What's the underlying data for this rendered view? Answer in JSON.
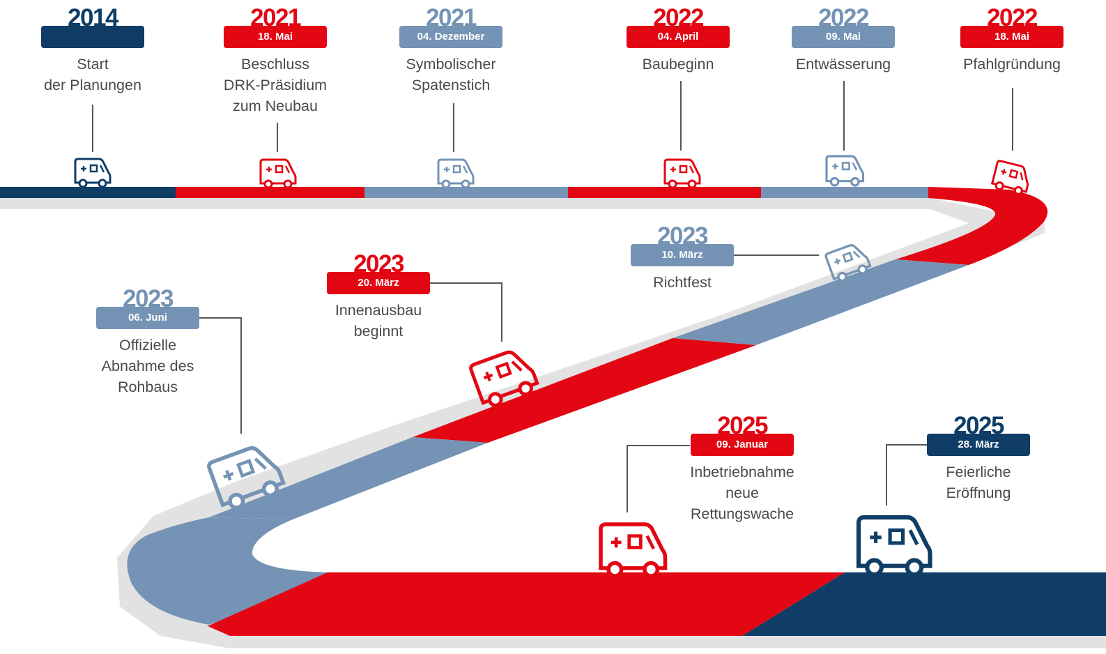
{
  "colors": {
    "red": "#e30613",
    "navy": "#0f3d66",
    "gray": "#7594b5",
    "text": "#4a4a4a"
  },
  "milestones": [
    {
      "year": "2014",
      "date": "",
      "description": [
        "Start",
        "der Planungen"
      ],
      "color": "navy"
    },
    {
      "year": "2021",
      "date": "18. Mai",
      "description": [
        "Beschluss",
        "DRK-Präsidium",
        "zum Neubau"
      ],
      "color": "red"
    },
    {
      "year": "2021",
      "date": "04. Dezember",
      "description": [
        "Symbolischer",
        "Spatenstich"
      ],
      "color": "gray"
    },
    {
      "year": "2022",
      "date": "04. April",
      "description": [
        "Baubeginn"
      ],
      "color": "red"
    },
    {
      "year": "2022",
      "date": "09. Mai",
      "description": [
        "Entwässerung"
      ],
      "color": "gray"
    },
    {
      "year": "2022",
      "date": "18. Mai",
      "description": [
        "Pfahlgründung"
      ],
      "color": "red"
    },
    {
      "year": "2023",
      "date": "10. März",
      "description": [
        "Richtfest"
      ],
      "color": "gray"
    },
    {
      "year": "2023",
      "date": "20. März",
      "description": [
        "Innenausbau",
        "beginnt"
      ],
      "color": "red"
    },
    {
      "year": "2023",
      "date": "06. Juni",
      "description": [
        "Offizielle",
        "Abnahme des",
        "Rohbaus"
      ],
      "color": "gray"
    },
    {
      "year": "2025",
      "date": "09. Januar",
      "description": [
        "Inbetriebnahme",
        "neue",
        "Rettungswache"
      ],
      "color": "red"
    },
    {
      "year": "2025",
      "date": "28. März",
      "description": [
        "Feierliche",
        "Eröffnung"
      ],
      "color": "navy"
    }
  ]
}
